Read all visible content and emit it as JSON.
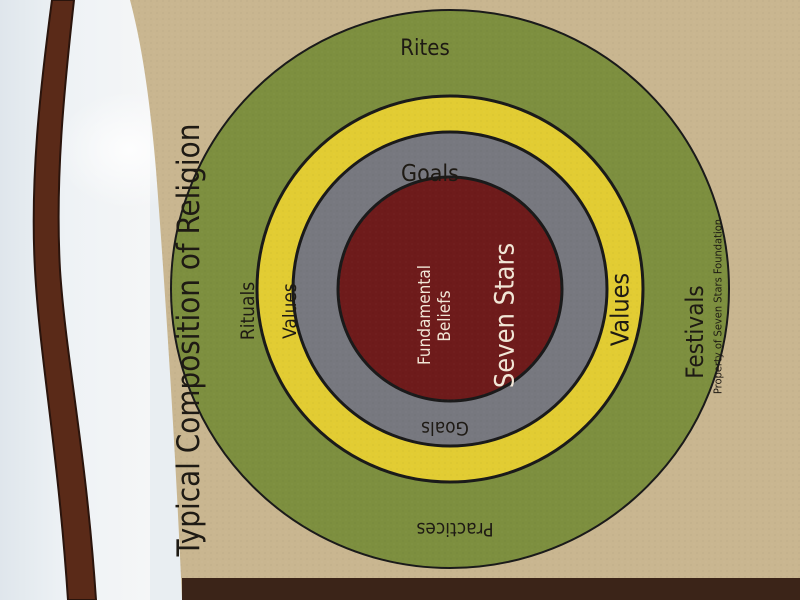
{
  "diagram": {
    "title": "Typical Composition of Religion",
    "rings": {
      "outer": {
        "top_label": "Rites",
        "left_label": "Rituals",
        "right_label": "Festivals",
        "bottom_label": "Practices"
      },
      "yellow": {
        "left_label": "Values",
        "right_label": "Values"
      },
      "grey": {
        "top_label": "Goals",
        "bottom_label": "Goals"
      },
      "core": {
        "label_a": "Fundamental",
        "label_b": "Beliefs",
        "label_c": "Seven Stars"
      }
    },
    "credit": "Property of Seven Stars Foundation"
  },
  "colors": {
    "board": "#c9b690",
    "outer_ring": "#7d8f3f",
    "yellow_ring": "#e2cc33",
    "grey_ring": "#77787f",
    "core": "#6e1b1b",
    "ring_border": "#1a1a1a",
    "text_dark": "#1e1a14",
    "text_light": "#f1e6d6",
    "book_spine": "#5a2a18"
  }
}
